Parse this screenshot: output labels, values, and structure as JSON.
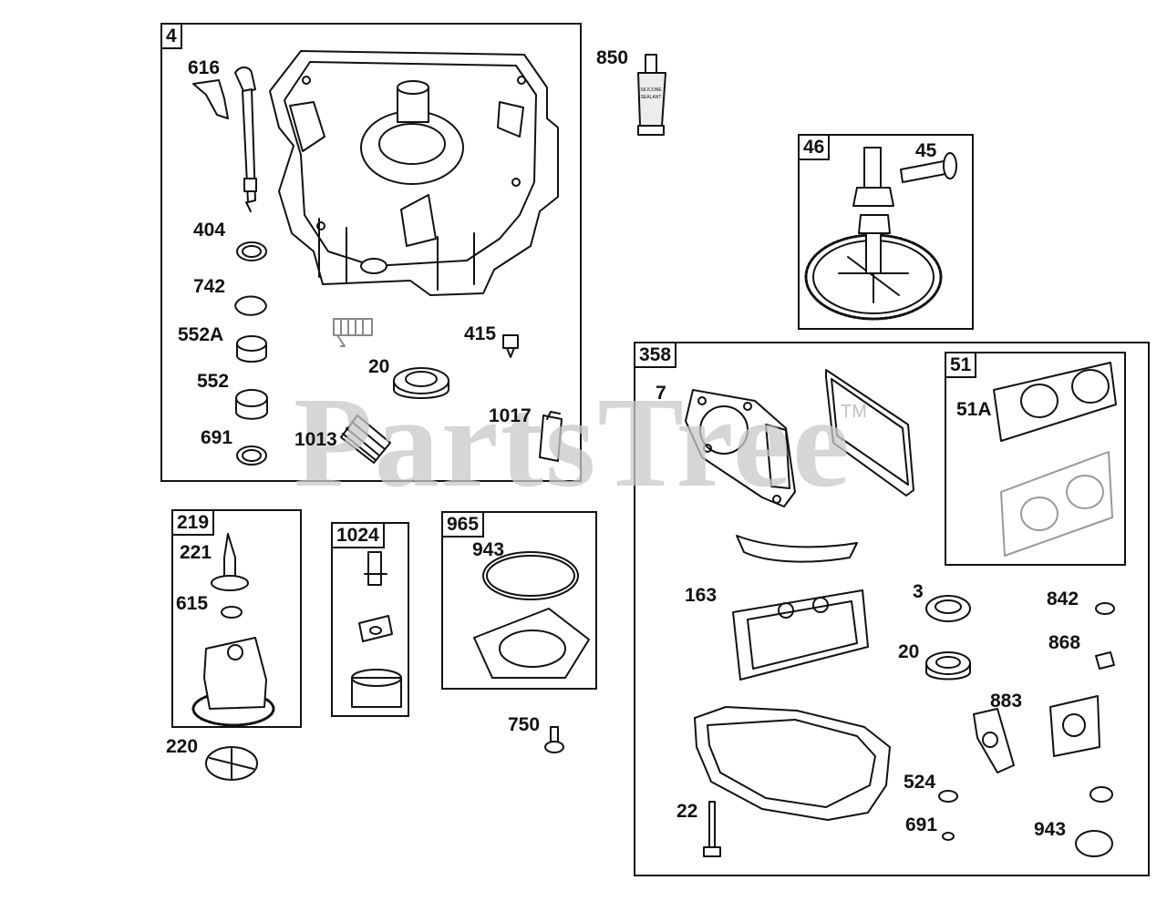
{
  "watermark": {
    "brand": "PartsTree",
    "trademark": "TM"
  },
  "groups": [
    {
      "id": "4"
    },
    {
      "id": "46"
    },
    {
      "id": "358"
    },
    {
      "id": "51"
    },
    {
      "id": "219"
    },
    {
      "id": "1024"
    },
    {
      "id": "965"
    }
  ],
  "labels": {
    "p616": "616",
    "p404": "404",
    "p742": "742",
    "p552A": "552A",
    "p552": "552",
    "p691a": "691",
    "p1013": "1013",
    "p20a": "20",
    "p415": "415",
    "p1017": "1017",
    "p850": "850",
    "p45": "45",
    "p7": "7",
    "p51A": "51A",
    "p163": "163",
    "p3": "3",
    "p842": "842",
    "p868": "868",
    "p20b": "20",
    "p883": "883",
    "p524": "524",
    "p691b": "691",
    "p22": "22",
    "p943b": "943",
    "p221": "221",
    "p615": "615",
    "p220": "220",
    "p943a": "943",
    "p750": "750"
  },
  "tube_text": {
    "line1": "SILICONE",
    "line2": "SEALANT"
  }
}
